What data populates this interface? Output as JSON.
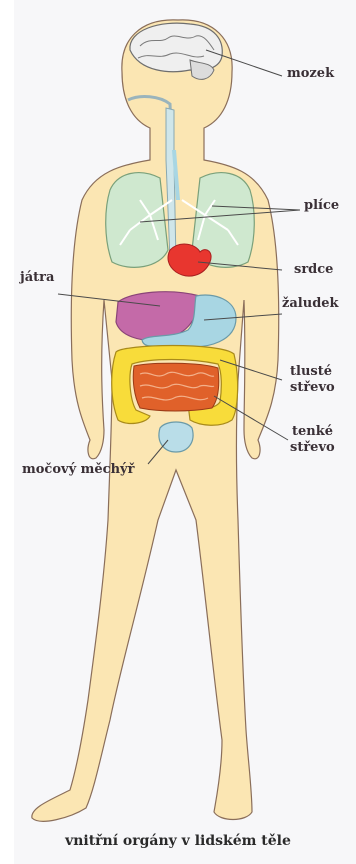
{
  "labels": {
    "brain": "mozek",
    "lungs": "plíce",
    "heart": "srdce",
    "liver": "játra",
    "stomach": "žaludek",
    "large_intestine_1": "tlusté",
    "large_intestine_2": "střevo",
    "small_intestine_1": "tenké",
    "small_intestine_2": "střevo",
    "bladder": "močový měchýř"
  },
  "caption": "vnitřní orgány v lidském těle",
  "colors": {
    "skin": "#fbe6b3",
    "outline": "#8a6e5a",
    "brain": "#efefef",
    "lungs": "#cfe8cf",
    "heart": "#e8362f",
    "liver": "#c46aa8",
    "stomach": "#a8d6e3",
    "large_intestine": "#f8dc3a",
    "small_intestine": "#e0612a",
    "bladder": "#b9dde8",
    "trachea": "#cfe6ea"
  }
}
